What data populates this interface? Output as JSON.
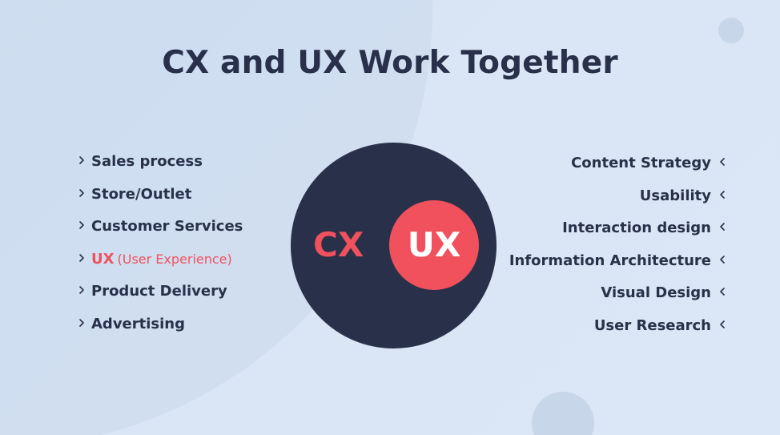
{
  "title": "CX and UX Work Together",
  "center": {
    "cx_label": "CX",
    "ux_label": "UX"
  },
  "left_items": [
    {
      "label": "Sales process"
    },
    {
      "label": "Store/Outlet"
    },
    {
      "label": "Customer Services"
    },
    {
      "label": "UX",
      "sub": "(User Experience)",
      "highlight": true
    },
    {
      "label": "Product Delivery"
    },
    {
      "label": "Advertising"
    }
  ],
  "right_items": [
    {
      "label": "Content Strategy"
    },
    {
      "label": "Usability"
    },
    {
      "label": "Interaction design"
    },
    {
      "label": "Information Architecture"
    },
    {
      "label": "Visual Design"
    },
    {
      "label": "User Research"
    }
  ],
  "colors": {
    "navy": "#283149",
    "accent": "#f1515d",
    "background": "#d6e2f3"
  },
  "icons": {
    "left_bullet": "chevron-right-icon",
    "right_bullet": "chevron-left-icon"
  }
}
